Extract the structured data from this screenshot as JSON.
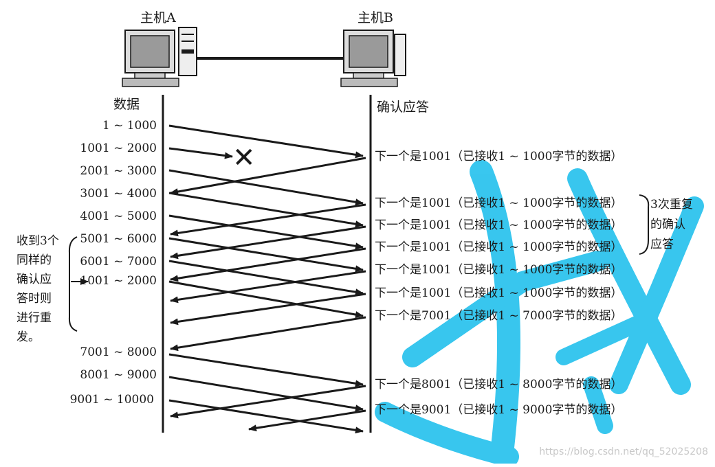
{
  "hosts": {
    "host_a": "主机A",
    "host_b": "主机B"
  },
  "columns": {
    "data_label": "数据",
    "ack_label": "确认应答"
  },
  "segments": [
    "1 ~ 1000",
    "1001 ~ 2000",
    "2001 ~ 3000",
    "3001 ~ 4000",
    "4001 ~ 5000",
    "5001 ~ 6000",
    "6001 ~ 7000",
    "1001 ~ 2000",
    "7001 ~ 8000",
    "8001 ~ 9000",
    "9001 ~ 10000"
  ],
  "acks": [
    "下一个是1001（已接收1 ~ 1000字节的数据）",
    "下一个是1001（已接收1 ~ 1000字节的数据）",
    "下一个是1001（已接收1 ~ 1000字节的数据）",
    "下一个是1001（已接收1 ~ 1000字节的数据）",
    "下一个是1001（已接收1 ~ 1000字节的数据）",
    "下一个是1001（已接收1 ~ 1000字节的数据）",
    "下一个是7001（已接收1 ~ 7000字节的数据）",
    "下一个是8001（已接收1 ~ 8000字节的数据）",
    "下一个是9001（已接收1 ~ 9000字节的数据）"
  ],
  "right_note": [
    "3次重复",
    "的确认",
    "应答"
  ],
  "left_note": [
    "收到3个",
    "同样的",
    "确认应",
    "答时则",
    "进行重",
    "发。"
  ],
  "lost_marker": "✕",
  "watermark": "https://blog.csdn.net/qq_52025208",
  "colors": {
    "ink": "#1a1a1a",
    "watermark_stroke": "#2ec4ee"
  }
}
